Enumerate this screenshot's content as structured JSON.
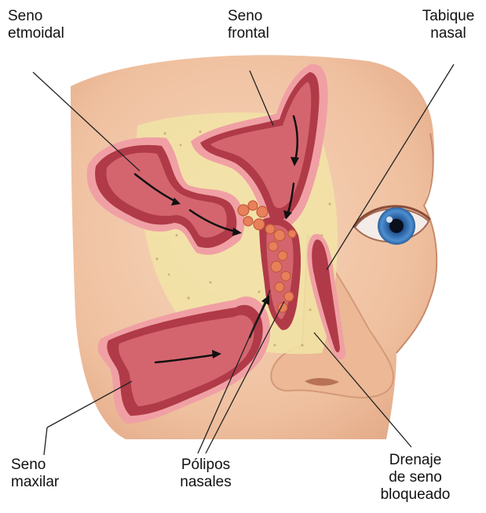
{
  "labels": {
    "ethmoid": [
      "Seno",
      "etmoidal"
    ],
    "frontal": [
      "Seno",
      "frontal"
    ],
    "septum": [
      "Tabique",
      "nasal"
    ],
    "maxillary": [
      "Seno",
      "maxilar"
    ],
    "polyps": [
      "Pólipos",
      "nasales"
    ],
    "blocked": [
      "Drenaje",
      "de seno",
      "bloqueado"
    ]
  },
  "colors": {
    "skin": "#f2c7a8",
    "skin_shadow": "#d99a7a",
    "sinus_wall": "#b03a48",
    "sinus_inner": "#d4656e",
    "sinus_edge": "#f0a0a4",
    "bone": "#f2e6a8",
    "polyp": "#e8805a",
    "iris": "#3a78c0"
  }
}
